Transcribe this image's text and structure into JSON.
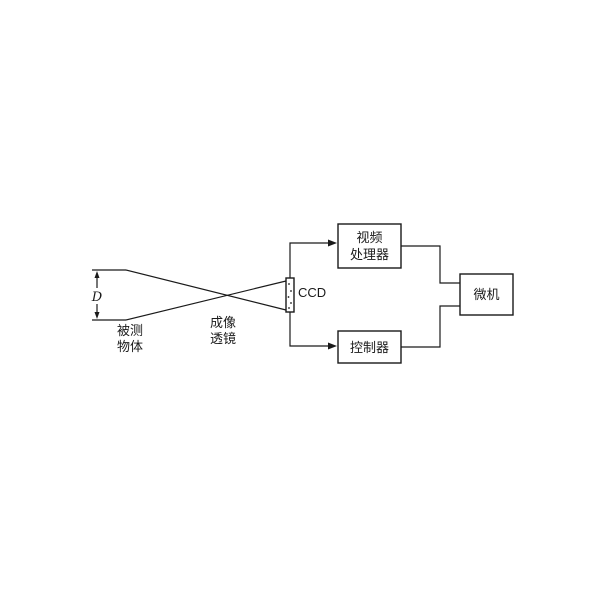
{
  "object": {
    "dimension_label": "D",
    "label_line1": "被测",
    "label_line2": "物体"
  },
  "lens": {
    "label_line1": "成像",
    "label_line2": "透镜"
  },
  "ccd": {
    "label": "CCD"
  },
  "video_processor": {
    "label_line1": "视频",
    "label_line2": "处理器"
  },
  "controller": {
    "label": "控制器"
  },
  "microcomputer": {
    "label": "微机"
  }
}
